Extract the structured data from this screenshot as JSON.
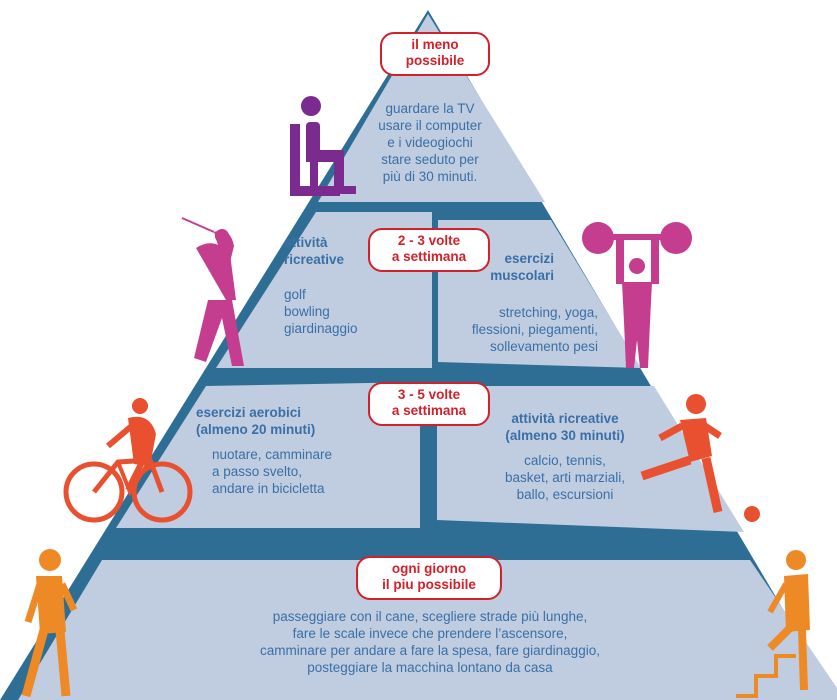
{
  "colors": {
    "pyramid_bg": "#c0cde0",
    "pyramid_frame": "#2f6e94",
    "text": "#3a6fa6",
    "badge": "#d4202a",
    "purple": "#7b2a8f",
    "pink": "#c53d8e",
    "orange_red": "#e8502f",
    "orange": "#ee8a26"
  },
  "top": {
    "badge": [
      "il meno",
      "possibile"
    ],
    "items": [
      "guardare la TV",
      "usare il computer",
      "e i videogiochi",
      "stare seduto per",
      "più di 30 minuti."
    ]
  },
  "level2": {
    "badge": [
      "2 - 3 volte",
      "a settimana"
    ],
    "left": {
      "title": [
        "attività",
        "ricreative"
      ],
      "items": [
        "golf",
        "bowling",
        "giardinaggio"
      ]
    },
    "right": {
      "title": [
        "esercizi",
        "muscolari"
      ],
      "items": [
        "stretching, yoga,",
        "flessioni, piegamenti,",
        "sollevamento pesi"
      ]
    }
  },
  "level3": {
    "badge": [
      "3 - 5 volte",
      "a settimana"
    ],
    "left": {
      "title": [
        "esercizi aerobici",
        "(almeno 20 minuti)"
      ],
      "items": [
        "nuotare, camminare",
        "a passo svelto,",
        "andare in bicicletta"
      ]
    },
    "right": {
      "title": [
        "attività ricreative",
        "(almeno 30 minuti)"
      ],
      "items": [
        "calcio, tennis,",
        "basket, arti marziali,",
        "ballo, escursioni"
      ]
    }
  },
  "base": {
    "badge": [
      "ogni giorno",
      "il piu possibile"
    ],
    "items": [
      "passeggiare con il cane, scegliere strade più lunghe,",
      "fare le scale invece che prendere l’ascensore,",
      "camminare per andare a fare la spesa, fare giardinaggio,",
      "posteggiare la macchina lontano da casa"
    ]
  },
  "figures": [
    "sitting-person-icon",
    "golfer-icon",
    "weightlifter-icon",
    "cyclist-icon",
    "soccer-player-icon",
    "walker-icon",
    "stair-climber-icon"
  ]
}
